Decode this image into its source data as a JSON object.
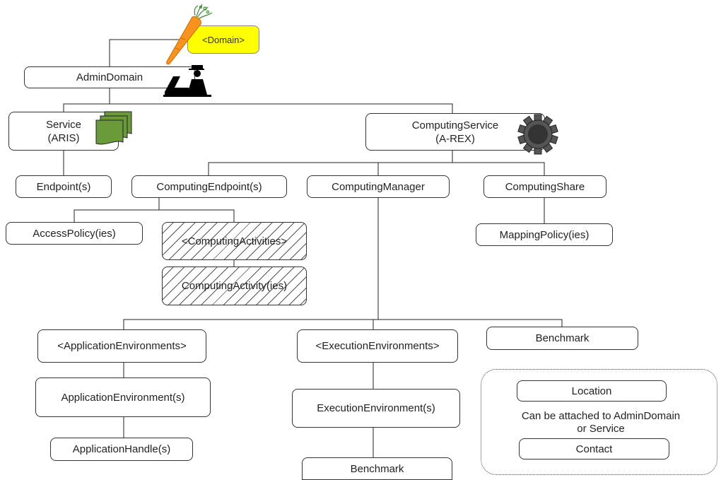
{
  "nodes": {
    "domain_tag": "<Domain>",
    "admin_domain": "AdminDomain",
    "service": {
      "line1": "Service",
      "line2": "(ARIS)"
    },
    "computing_service": {
      "line1": "ComputingService",
      "line2": "(A-REX)"
    },
    "endpoints": "Endpoint(s)",
    "computing_endpoints": "ComputingEndpoint(s)",
    "computing_manager": "ComputingManager",
    "computing_share": "ComputingShare",
    "access_policies": "AccessPolicy(ies)",
    "computing_activities_group": "<ComputingActivities>",
    "computing_activities": "ComputingActivity(ies)",
    "mapping_policies": "MappingPolicy(ies)",
    "application_environments_group": "<ApplicationEnvironments>",
    "execution_environments_group": "<ExecutionEnvironments>",
    "benchmark_manager": "Benchmark",
    "application_environments": "ApplicationEnvironment(s)",
    "execution_environments": "ExecutionEnvironment(s)",
    "application_handles": "ApplicationHandle(s)",
    "benchmark_execution": "Benchmark",
    "location": "Location",
    "contact": "Contact"
  },
  "note": {
    "line1": "Can be attached to AdminDomain",
    "line2": "or Service"
  },
  "icons": {
    "carrot": "carrot-icon",
    "administrator": "administrator-icon",
    "documents": "documents-icon",
    "gear": "gear-icon"
  },
  "colors": {
    "domain_fill": "#ffff00",
    "carrot": "#f7931e",
    "carrot_leaves": "#3a8a2a",
    "documents": "#6a9a3a",
    "gear": "#555555"
  }
}
